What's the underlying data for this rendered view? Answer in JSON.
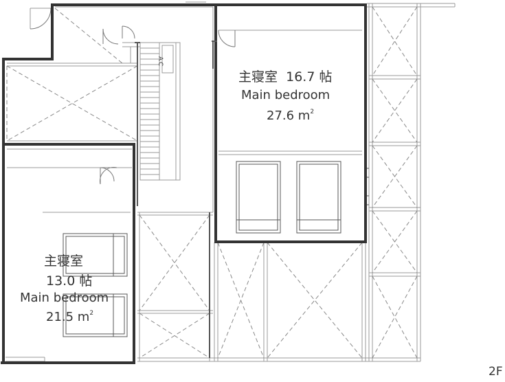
{
  "floor_label": "2F",
  "equipment": {
    "ac_label": "AC"
  },
  "rooms": [
    {
      "id": "upper",
      "name_jp": "主寝室",
      "tatami": "16.7 帖",
      "name_en": "Main bedroom",
      "area": "27.6 m",
      "area_unit_sup": "2"
    },
    {
      "id": "lower",
      "name_jp": "主寝室",
      "tatami": "13.0 帖",
      "name_en": "Main bedroom",
      "area": "21.5 m",
      "area_unit_sup": "2"
    }
  ]
}
